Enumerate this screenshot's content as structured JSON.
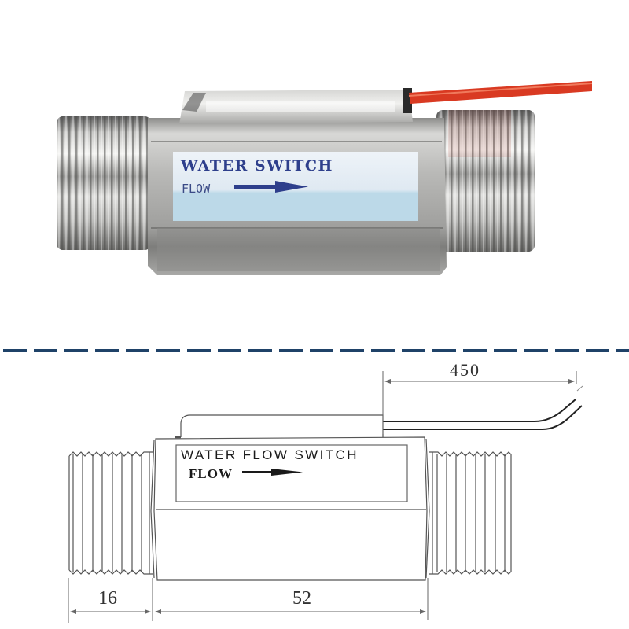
{
  "photo": {
    "label_title": "WATER SWITCH",
    "label_flow": "FLOW",
    "arrow_direction": "right",
    "colors": {
      "label_text": "#2e3f8c",
      "label_bg": "#dfe9f2",
      "label_bg_lower": "#bcd9e8",
      "wire": "#d93a22",
      "metal_light": "#e8e8e6",
      "metal_dark": "#6b6b6b"
    }
  },
  "separator": {
    "style": "dashed",
    "color": "#1f4268"
  },
  "drawing": {
    "label_title": "WATER FLOW SWITCH",
    "label_flow": "FLOW",
    "arrow_direction": "right",
    "dimensions": {
      "cable_length": "450",
      "thread_length": "16",
      "body_length": "52"
    },
    "colors": {
      "line": "#555555",
      "text": "#1a1a1a"
    }
  }
}
